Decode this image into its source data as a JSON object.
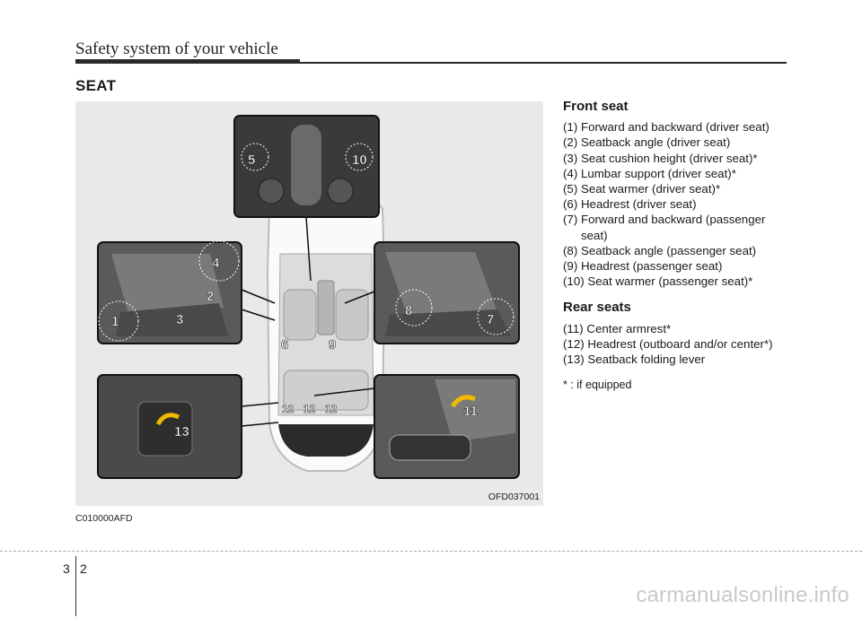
{
  "header": {
    "title": "Safety system of your vehicle"
  },
  "section": {
    "title": "SEAT"
  },
  "figure": {
    "code": "OFD037001",
    "doc_code": "C010000AFD",
    "callouts": [
      "1",
      "2",
      "3",
      "4",
      "5",
      "6",
      "7",
      "8",
      "9",
      "10",
      "11",
      "12",
      "13"
    ]
  },
  "front_seat": {
    "title": "Front seat",
    "items": [
      {
        "text": "(1) Forward and backward (driver seat)"
      },
      {
        "text": "(2) Seatback angle (driver seat)"
      },
      {
        "text": "(3) Seat cushion height (driver seat)*"
      },
      {
        "text": "(4) Lumbar support (driver seat)*"
      },
      {
        "text": "(5) Seat warmer (driver seat)*"
      },
      {
        "text": "(6) Headrest (driver seat)"
      },
      {
        "text": "(7) Forward and backward (passenger",
        "cont": "seat)"
      },
      {
        "text": "(8) Seatback angle (passenger seat)"
      },
      {
        "text": "(9) Headrest (passenger seat)"
      },
      {
        "text": "(10) Seat warmer (passenger seat)*"
      }
    ]
  },
  "rear_seats": {
    "title": "Rear seats",
    "items": [
      {
        "text": "(11) Center armrest*"
      },
      {
        "text": "(12) Headrest (outboard and/or center*)"
      },
      {
        "text": "(13) Seatback folding lever"
      }
    ]
  },
  "note": "* : if equipped",
  "footer": {
    "chapter": "3",
    "page": "2",
    "watermark": "carmanualsonline.info"
  }
}
